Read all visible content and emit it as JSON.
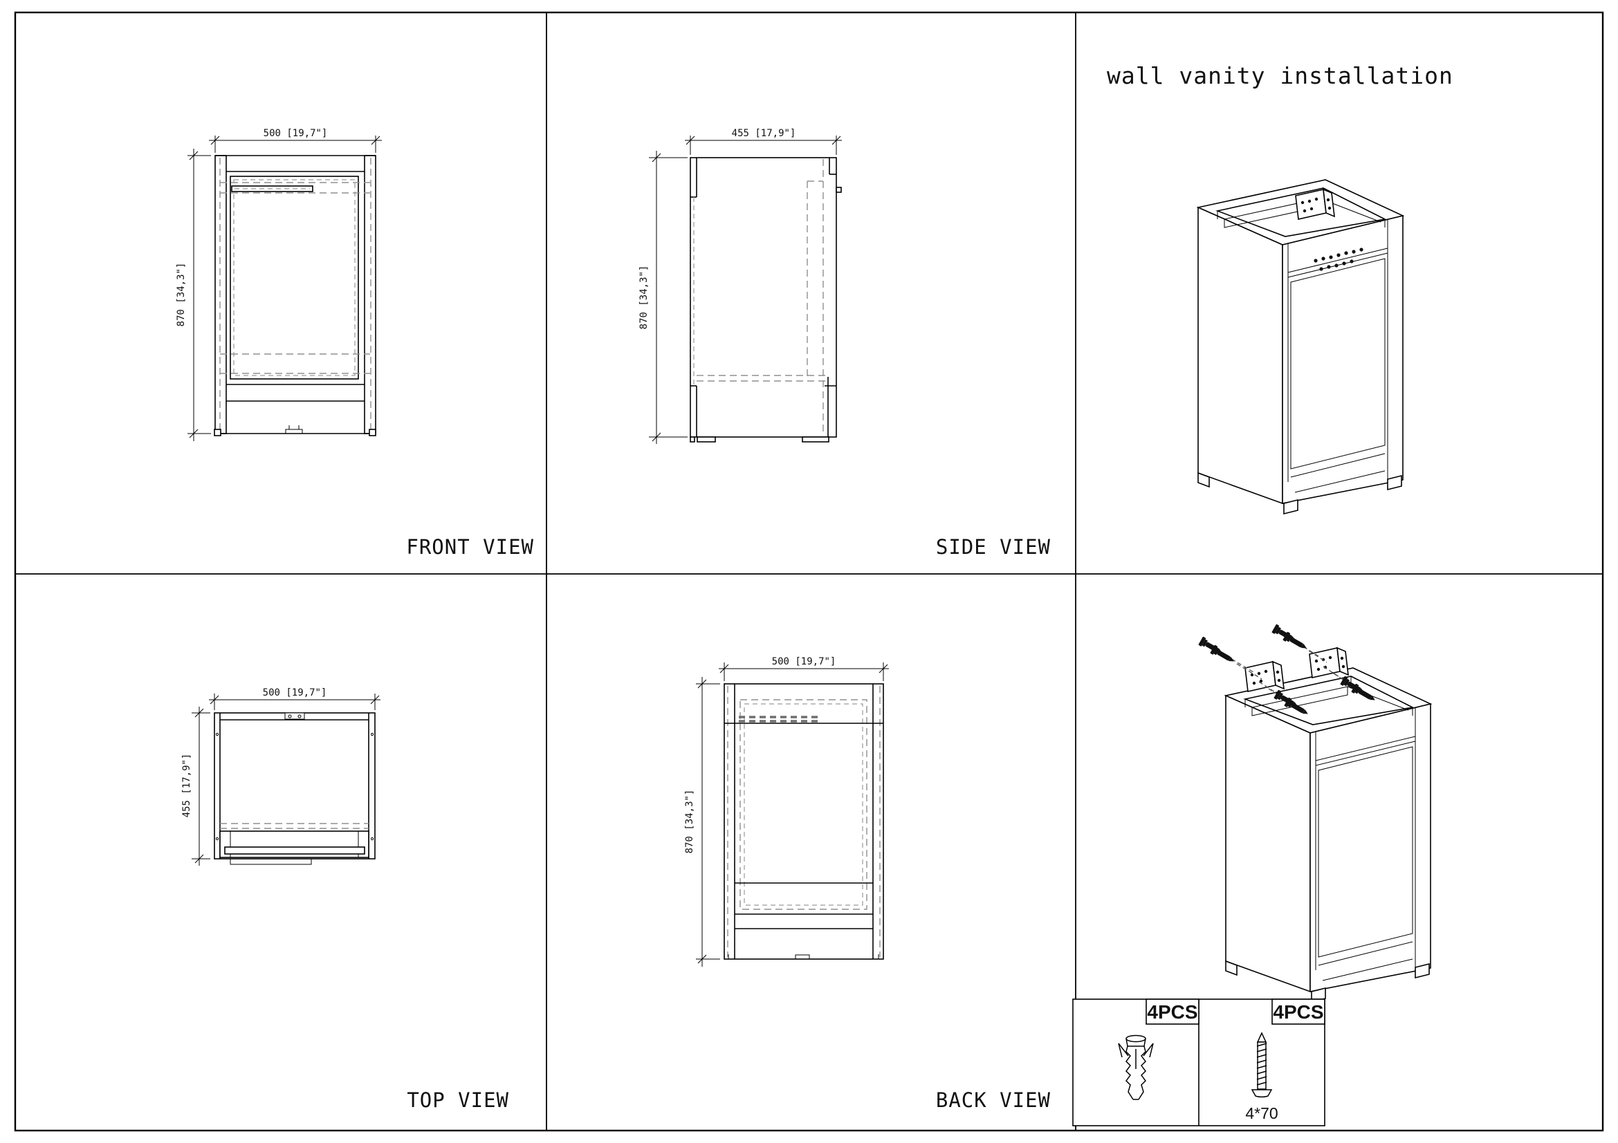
{
  "page": {
    "background": "#ffffff",
    "line_color": "#000000",
    "hidden_line_color": "#8f8f8f"
  },
  "title": "wall vanity installation",
  "views": {
    "front": {
      "label": "FRONT VIEW",
      "width_dim": "500 [19,7\"]",
      "height_dim": "870 [34,3\"]"
    },
    "side": {
      "label": "SIDE VIEW",
      "width_dim": "455 [17,9\"]",
      "height_dim": "870 [34,3\"]"
    },
    "top": {
      "label": "TOP VIEW",
      "width_dim": "500 [19,7\"]",
      "height_dim": "455 [17,9\"]"
    },
    "back": {
      "label": "BACK VIEW",
      "width_dim": "500 [19,7\"]",
      "height_dim": "870 [34,3\"]"
    }
  },
  "parts": {
    "anchor": {
      "icon": "wall-anchor-icon",
      "qty": "4PCS"
    },
    "screw": {
      "icon": "screw-icon",
      "qty": "4PCS",
      "size": "4*70"
    }
  }
}
